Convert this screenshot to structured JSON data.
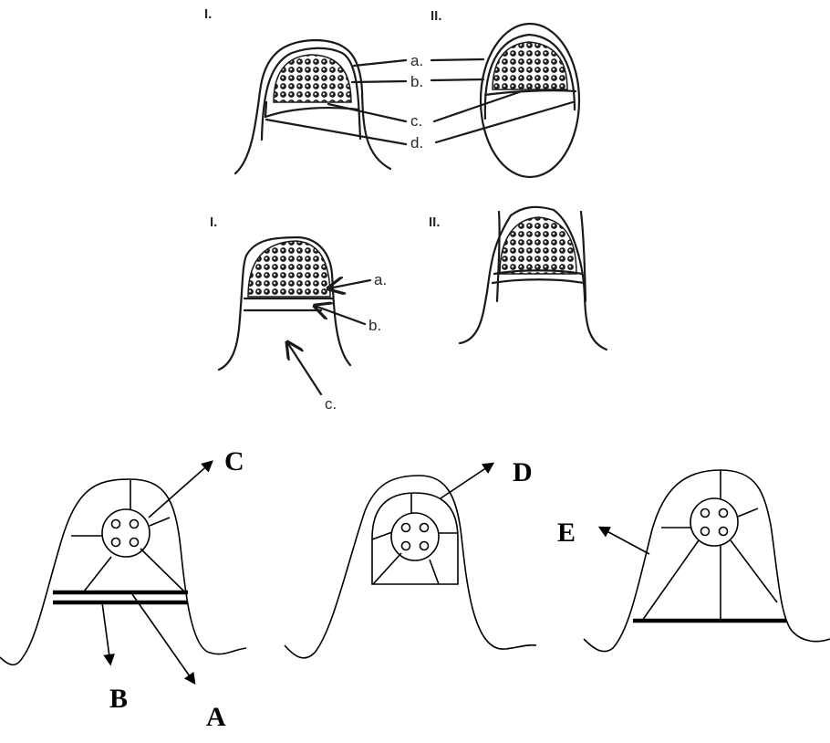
{
  "figure_top": {
    "panel_I_label": "I.",
    "panel_II_label": "II.",
    "labels": [
      "a.",
      "b.",
      "c.",
      "d."
    ]
  },
  "figure_middle": {
    "panel_I_label": "I.",
    "panel_II_label": "II.",
    "labels": [
      "a.",
      "b.",
      "c."
    ]
  },
  "figure_bottom": {
    "labels": {
      "A": "A",
      "B": "B",
      "C": "C",
      "D": "D",
      "E": "E"
    }
  },
  "colors": {
    "ink": "#1a1a1a",
    "background": "#ffffff"
  }
}
